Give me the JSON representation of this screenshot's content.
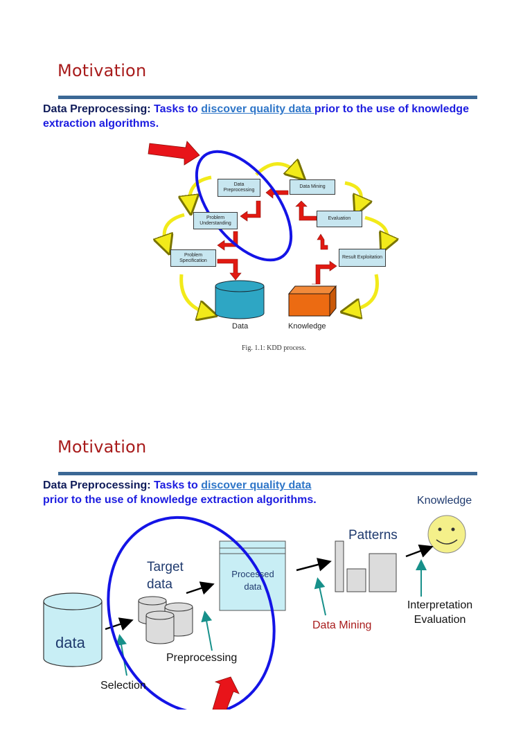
{
  "slide1": {
    "title": "Motivation",
    "intro": {
      "lead": "Data Preprocessing:",
      "text_before_link": " Tasks to ",
      "link": "discover quality data ",
      "text_after_link": "prior to the use of knowledge extraction algorithms."
    },
    "diagram": {
      "nodes": {
        "data_preprocessing": "Data Preprocessing",
        "data_mining": "Data Mining",
        "problem_understanding": "Problem Understanding",
        "evaluation": "Evaluation",
        "problem_specification": "Problem Specification",
        "result_exploitation": "Result Exploitation"
      },
      "data_label": "Data",
      "knowledge_label": "Knowledge",
      "caption": "Fig. 1.1: KDD process.",
      "colors": {
        "cycle_arrow": "#f2ea1a",
        "flow_arrow": "#e11a12",
        "highlight_ellipse": "#1414e6",
        "data_cylinder": "#2ea6c4",
        "knowledge_box": "#ec6b12"
      }
    }
  },
  "slide2": {
    "title": "Motivation",
    "intro": {
      "lead": "Data Preprocessing:",
      "text_before_link": " Tasks to ",
      "link": "discover quality data",
      "line2": "prior to the use of knowledge extraction algorithms."
    },
    "diagram": {
      "knowledge": "Knowledge",
      "patterns": "Patterns",
      "target_data": "Target data",
      "processed_data": "Processed data",
      "data": "data",
      "preprocessing": "Preprocessing",
      "selection": "Selection",
      "data_mining": "Data Mining",
      "interpretation": "Interpretation",
      "evaluation": "Evaluation",
      "colors": {
        "data_fill": "#c8eef5",
        "data_mining_text": "#a81c1c",
        "title_blue": "#1f3a6e",
        "ellipse": "#1414e6",
        "teal_arrow": "#17908a",
        "smiley": "#f4f08a"
      }
    }
  }
}
